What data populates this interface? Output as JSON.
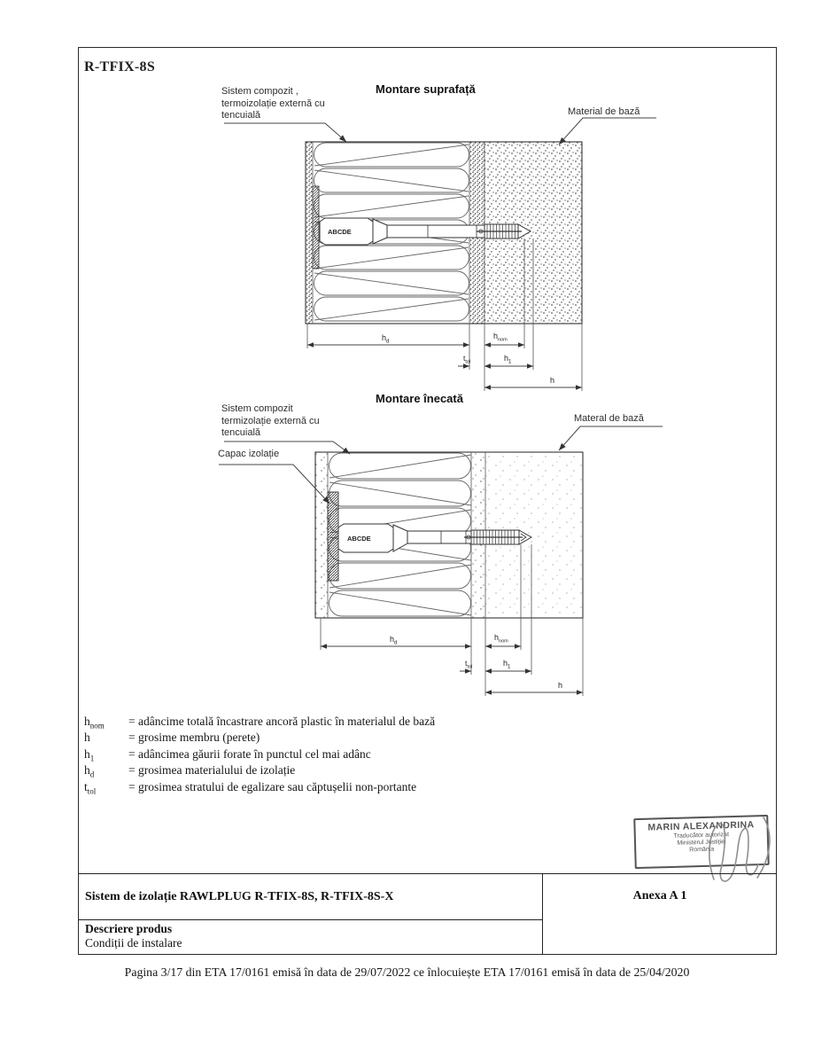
{
  "page": {
    "title": "R-TFIX-8S",
    "footer": "Pagina 3/17 din ETA 17/0161 emisă în data de 29/07/2022 ce înlocuiește ETA 17/0161 emisă în data de 25/04/2020"
  },
  "surface": {
    "title": "Montare suprafață",
    "system_label": [
      "Sistem compozit ,",
      "termoizolație externă cu",
      "tencuială"
    ],
    "base_label": "Material de bază",
    "anchor_marking": "ABCDE"
  },
  "recessed": {
    "title": "Montare înecată",
    "system_label": [
      "Sistem compozit",
      "termizolație externă cu",
      "tencuială"
    ],
    "cap_label": "Capac izolație",
    "base_label": "Materal de bază",
    "anchor_marking": "ABCDE"
  },
  "dims": {
    "hd": {
      "main": "h",
      "sub": "d"
    },
    "hnom": {
      "main": "h",
      "sub": "nom"
    },
    "ttol": {
      "main": "t",
      "sub": "tol"
    },
    "h1": {
      "main": "h",
      "sub": "1"
    },
    "h": {
      "main": "h",
      "sub": ""
    }
  },
  "legend": {
    "items": [
      {
        "sym": "h",
        "sub": "nom",
        "def": "= adâncime totală încastrare ancoră plastic în materialul de bază"
      },
      {
        "sym": "h",
        "sub": "",
        "def": "= grosime membru (perete)"
      },
      {
        "sym": "h",
        "sub": "1",
        "def": "= adâncimea găurii forate în punctul cel mai adânc"
      },
      {
        "sym": "h",
        "sub": "d",
        "def": "= grosimea materialului de izolație"
      },
      {
        "sym": "t",
        "sub": "tol",
        "def": "= grosimea stratului de egalizare sau căptușelii non-portante"
      }
    ]
  },
  "stamp": {
    "name": "MARIN ALEXANDRINA",
    "line2": "Traducător autorizat",
    "line3": "Ministerul Justiției",
    "line4": "România"
  },
  "table": {
    "system_row": "Sistem de izolație RAWLPLUG R-TFIX-8S, R-TFIX-8S-X",
    "annex": "Anexa A 1",
    "desc_title": "Descriere produs",
    "desc_sub": "Condiții de instalare"
  },
  "colors": {
    "paper": "#ffffff",
    "ink": "#1f1f1f",
    "stamp_ink": "#464646"
  }
}
